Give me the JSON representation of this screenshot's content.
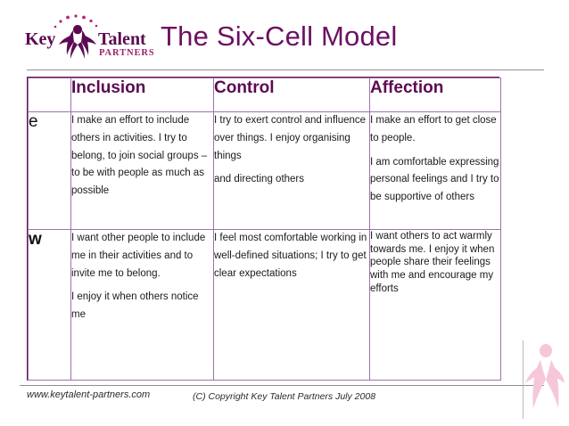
{
  "header": {
    "title": "The Six-Cell Model",
    "logo": {
      "word_key": "Key",
      "word_talent": "Talent",
      "word_partners": "PARTNERS"
    },
    "title_color": "#6b1062"
  },
  "table": {
    "columns": [
      "",
      "Inclusion",
      "Control",
      "Affection"
    ],
    "border_color": "#6b1062",
    "grid_color": "#9b74a8",
    "rows": [
      {
        "label": "e",
        "cells": {
          "inclusion": [
            "I make an effort to include others in activities. I try to belong, to join social groups – to be with people as much as possible"
          ],
          "control": [
            "I try to exert control and influence over things. I enjoy organising things",
            "and directing others"
          ],
          "affection": [
            "I make an effort to get close to people.",
            "I am comfortable expressing personal feelings and I try to be supportive of others"
          ]
        }
      },
      {
        "label": "w",
        "cells": {
          "inclusion": [
            "I want other people to include me in their activities and to invite me to belong.",
            "I enjoy it when others notice me"
          ],
          "control": [
            "I feel most comfortable working in well-defined situations; I try to get clear expectations"
          ],
          "affection": [
            "I want others to act warmly towards me. I enjoy it when people share their feelings with me and encourage my efforts"
          ]
        }
      }
    ]
  },
  "footer": {
    "website": "www.keytalent-partners.com",
    "copyright": "(C) Copyright Key Talent Partners July 2008"
  }
}
